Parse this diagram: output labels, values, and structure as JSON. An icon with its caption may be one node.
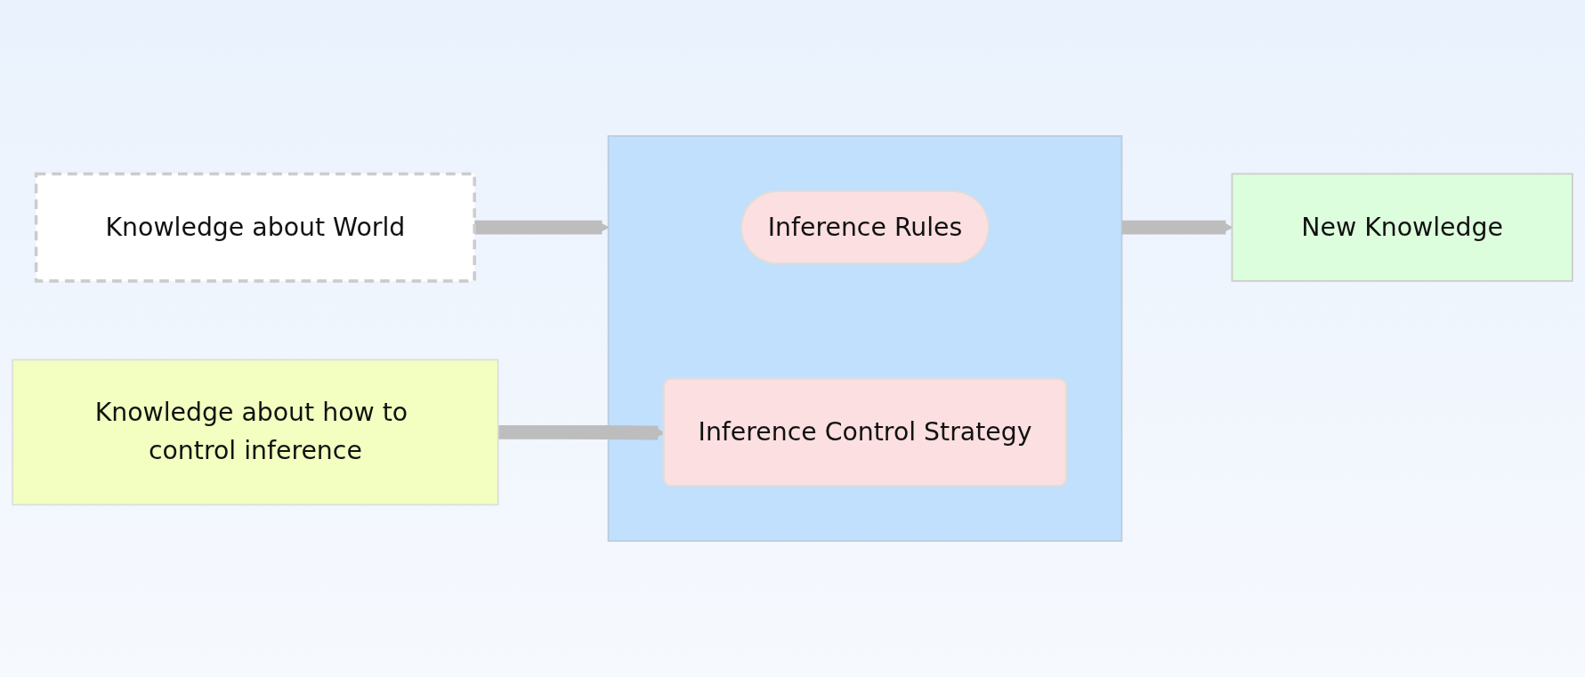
{
  "diagram": {
    "nodes": [
      {
        "text": [
          "Knowledge about World"
        ]
      },
      {
        "text": [
          "Knowledge about how to control inference"
        ]
      },
      {
        "text": [],
        "shape": "box"
      },
      {
        "text": [
          "Inference Rules"
        ],
        "in": 2
      },
      {
        "text": [
          "Inference Control Strategy"
        ],
        "in": 2
      },
      {
        "text": [
          "New Knowledge"
        ]
      }
    ],
    "edges": [
      {
        "from": 0,
        "to": 2,
        "arrow": "to"
      },
      {
        "from": 1,
        "to": 4,
        "arrow": "to"
      },
      {
        "from": 2,
        "to": 5,
        "arrow": "to"
      }
    ]
  }
}
